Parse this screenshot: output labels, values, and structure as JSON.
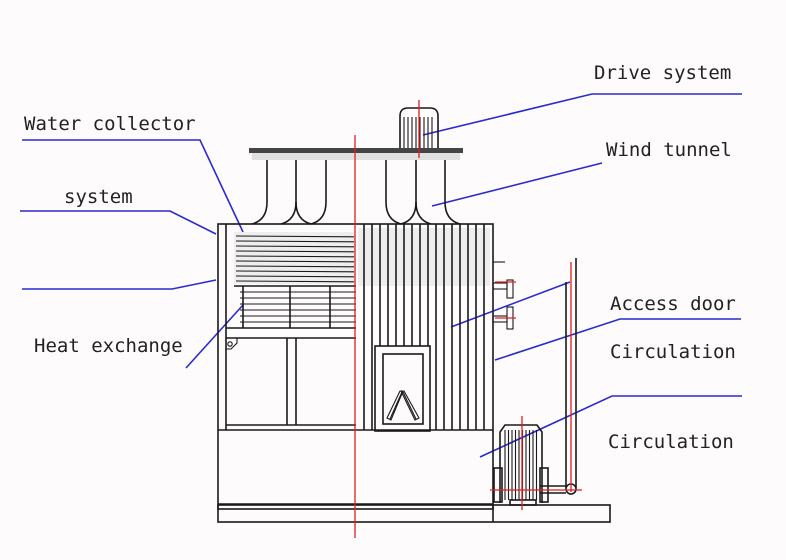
{
  "diagram": {
    "title": "Closed cooling tower structure",
    "colors": {
      "background": "#fdfbfc",
      "line": "#1a1a1a",
      "leader": "#2a2ad0",
      "centerline": "#e02020"
    },
    "labels": {
      "water_collector": "Water collector",
      "system": "system",
      "heat_exchange": "Heat exchange",
      "drive_system": "Drive system",
      "wind_tunnel": "Wind tunnel",
      "access_door": "Access door",
      "circulation_1": "Circulation",
      "circulation_2": "Circulation"
    },
    "components": [
      "drive-motor",
      "fan-deck",
      "air-ducts",
      "water-collector",
      "spray-system",
      "heat-exchanger-coil",
      "louver-panel",
      "access-door",
      "basin",
      "circulation-pump",
      "circulation-pipe",
      "base-frame"
    ]
  }
}
